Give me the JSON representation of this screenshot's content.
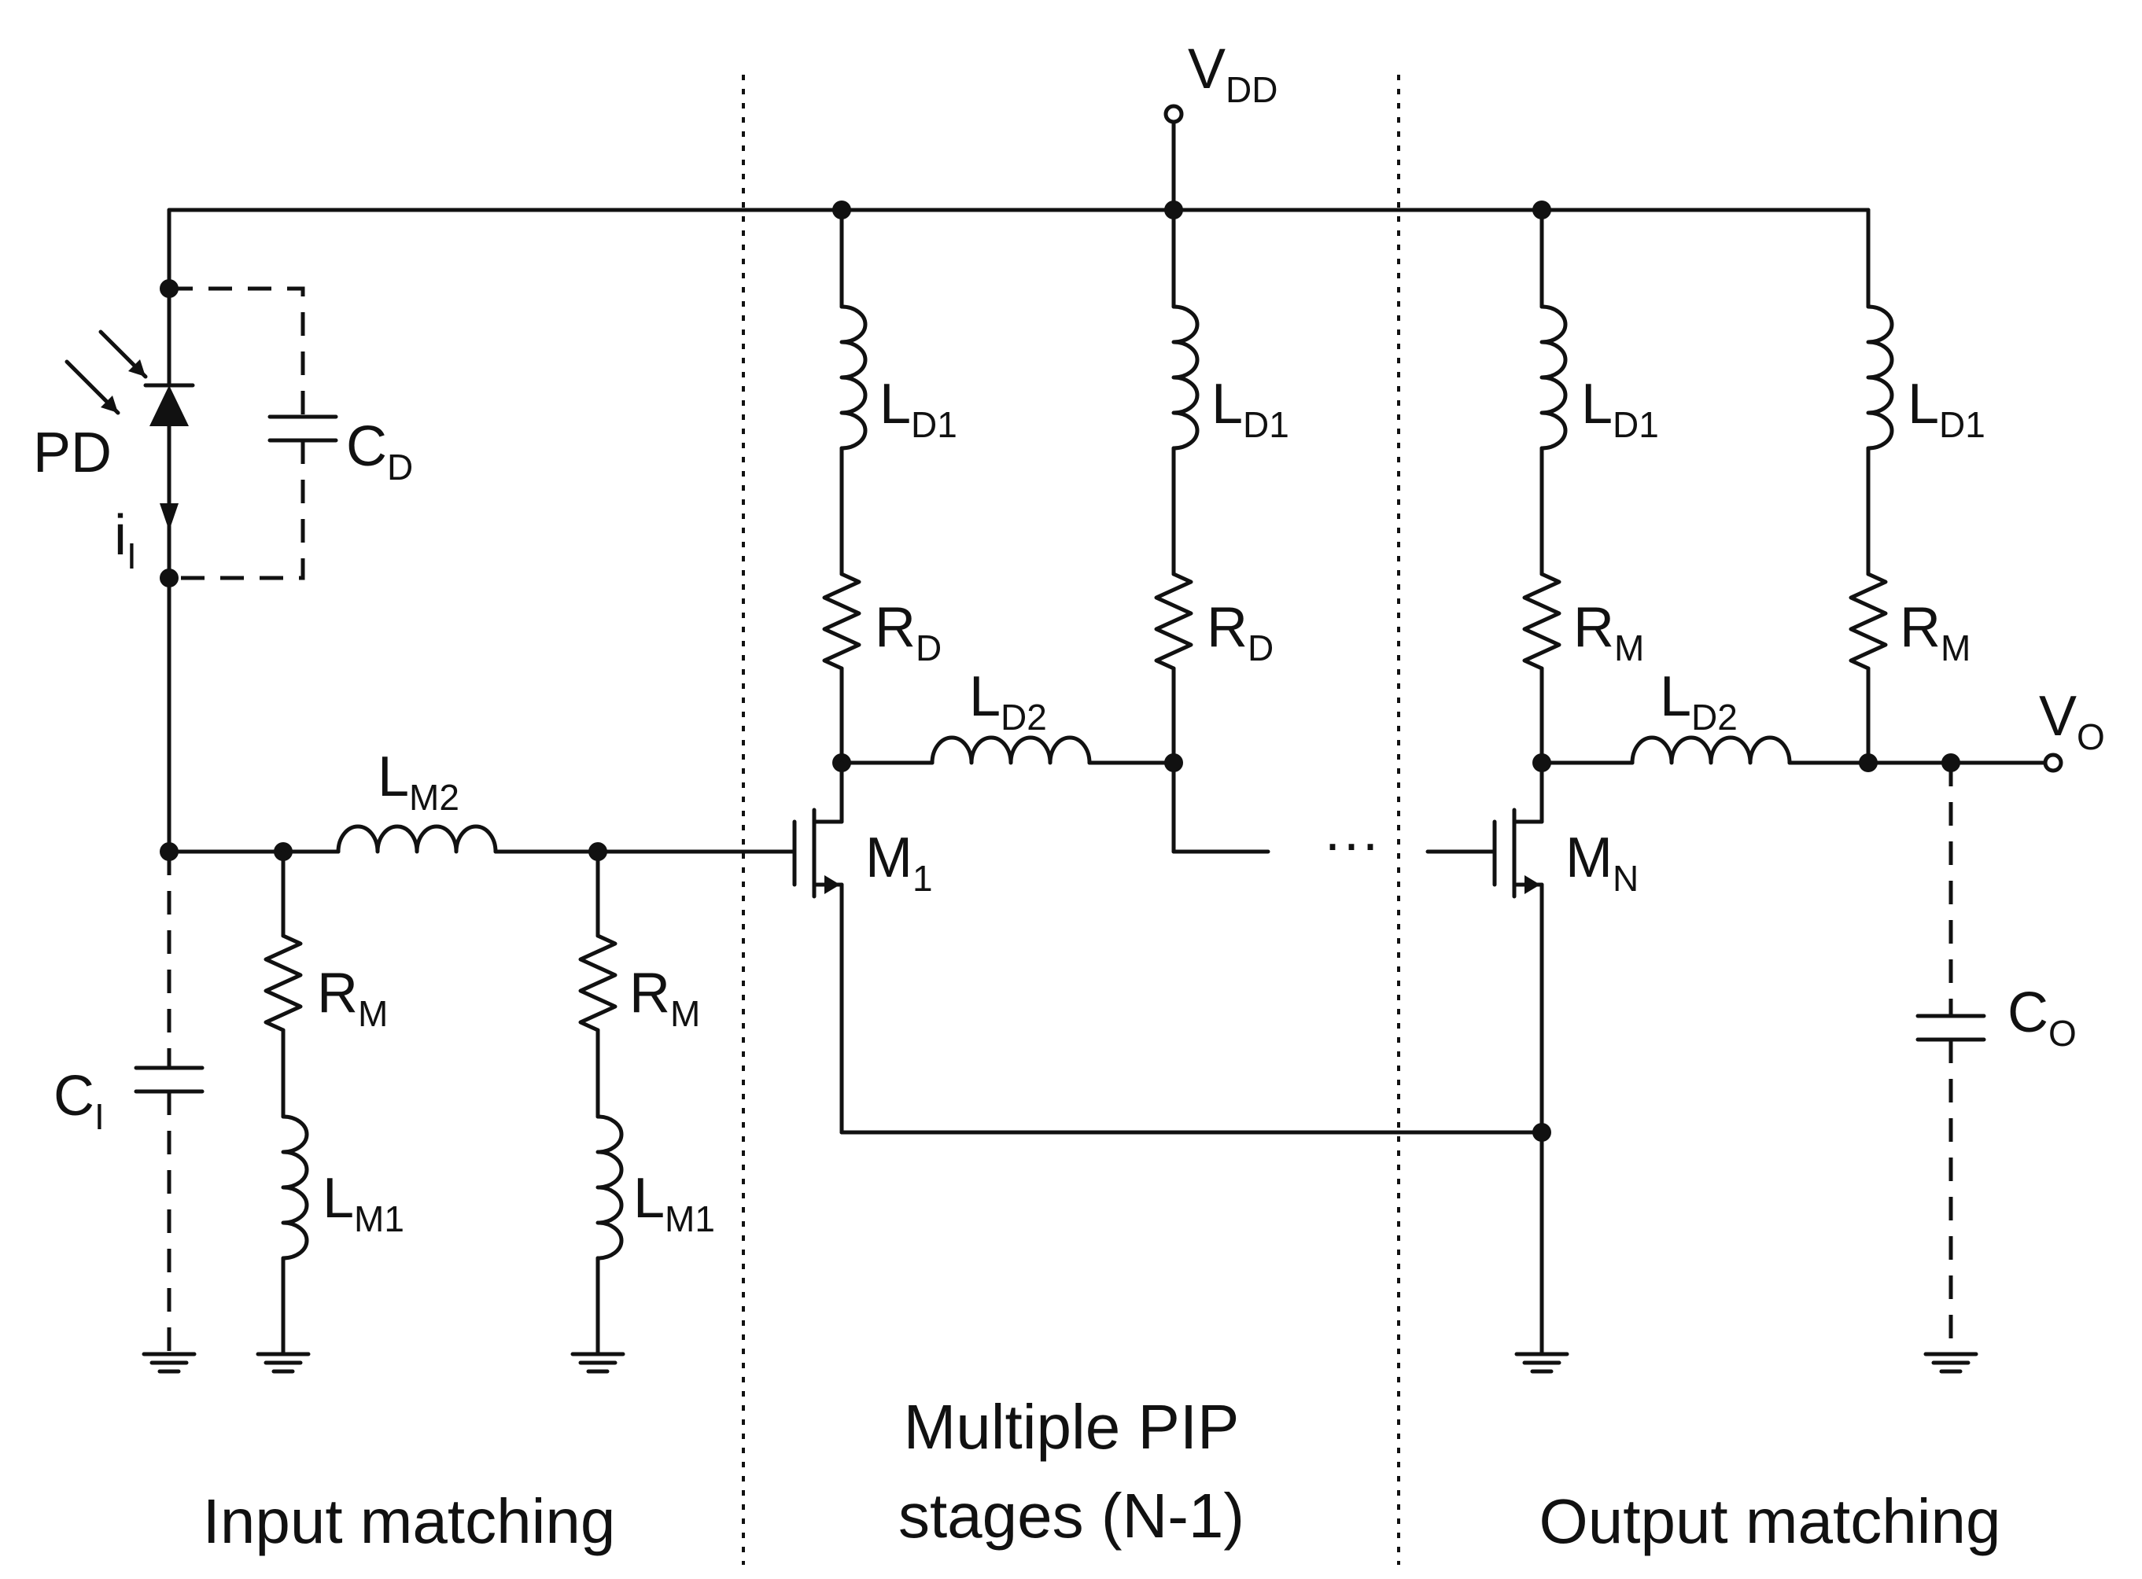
{
  "labels": {
    "vdd": {
      "main": "V",
      "sub": "DD"
    },
    "vo": {
      "main": "V",
      "sub": "O"
    },
    "pd": "PD",
    "cd": {
      "main": "C",
      "sub": "D"
    },
    "il": {
      "main": "i",
      "sub": "I"
    },
    "ci": {
      "main": "C",
      "sub": "I"
    },
    "co": {
      "main": "C",
      "sub": "O"
    },
    "lm2": {
      "main": "L",
      "sub": "M2"
    },
    "rm_in1": {
      "main": "R",
      "sub": "M"
    },
    "rm_in2": {
      "main": "R",
      "sub": "M"
    },
    "lm1_a": {
      "main": "L",
      "sub": "M1"
    },
    "lm1_b": {
      "main": "L",
      "sub": "M1"
    },
    "ld1_a": {
      "main": "L",
      "sub": "D1"
    },
    "ld1_b": {
      "main": "L",
      "sub": "D1"
    },
    "ld1_c": {
      "main": "L",
      "sub": "D1"
    },
    "ld1_d": {
      "main": "L",
      "sub": "D1"
    },
    "rd_a": {
      "main": "R",
      "sub": "D"
    },
    "rd_b": {
      "main": "R",
      "sub": "D"
    },
    "rm_out1": {
      "main": "R",
      "sub": "M"
    },
    "rm_out2": {
      "main": "R",
      "sub": "M"
    },
    "ld2_a": {
      "main": "L",
      "sub": "D2"
    },
    "ld2_b": {
      "main": "L",
      "sub": "D2"
    },
    "m1": {
      "main": "M",
      "sub": "1"
    },
    "mn": {
      "main": "M",
      "sub": "N"
    },
    "ellipsis": "···"
  },
  "sections": {
    "input": "Input matching",
    "pip_line1": "Multiple PIP",
    "pip_line2": "stages (N-1)",
    "output": "Output matching"
  }
}
